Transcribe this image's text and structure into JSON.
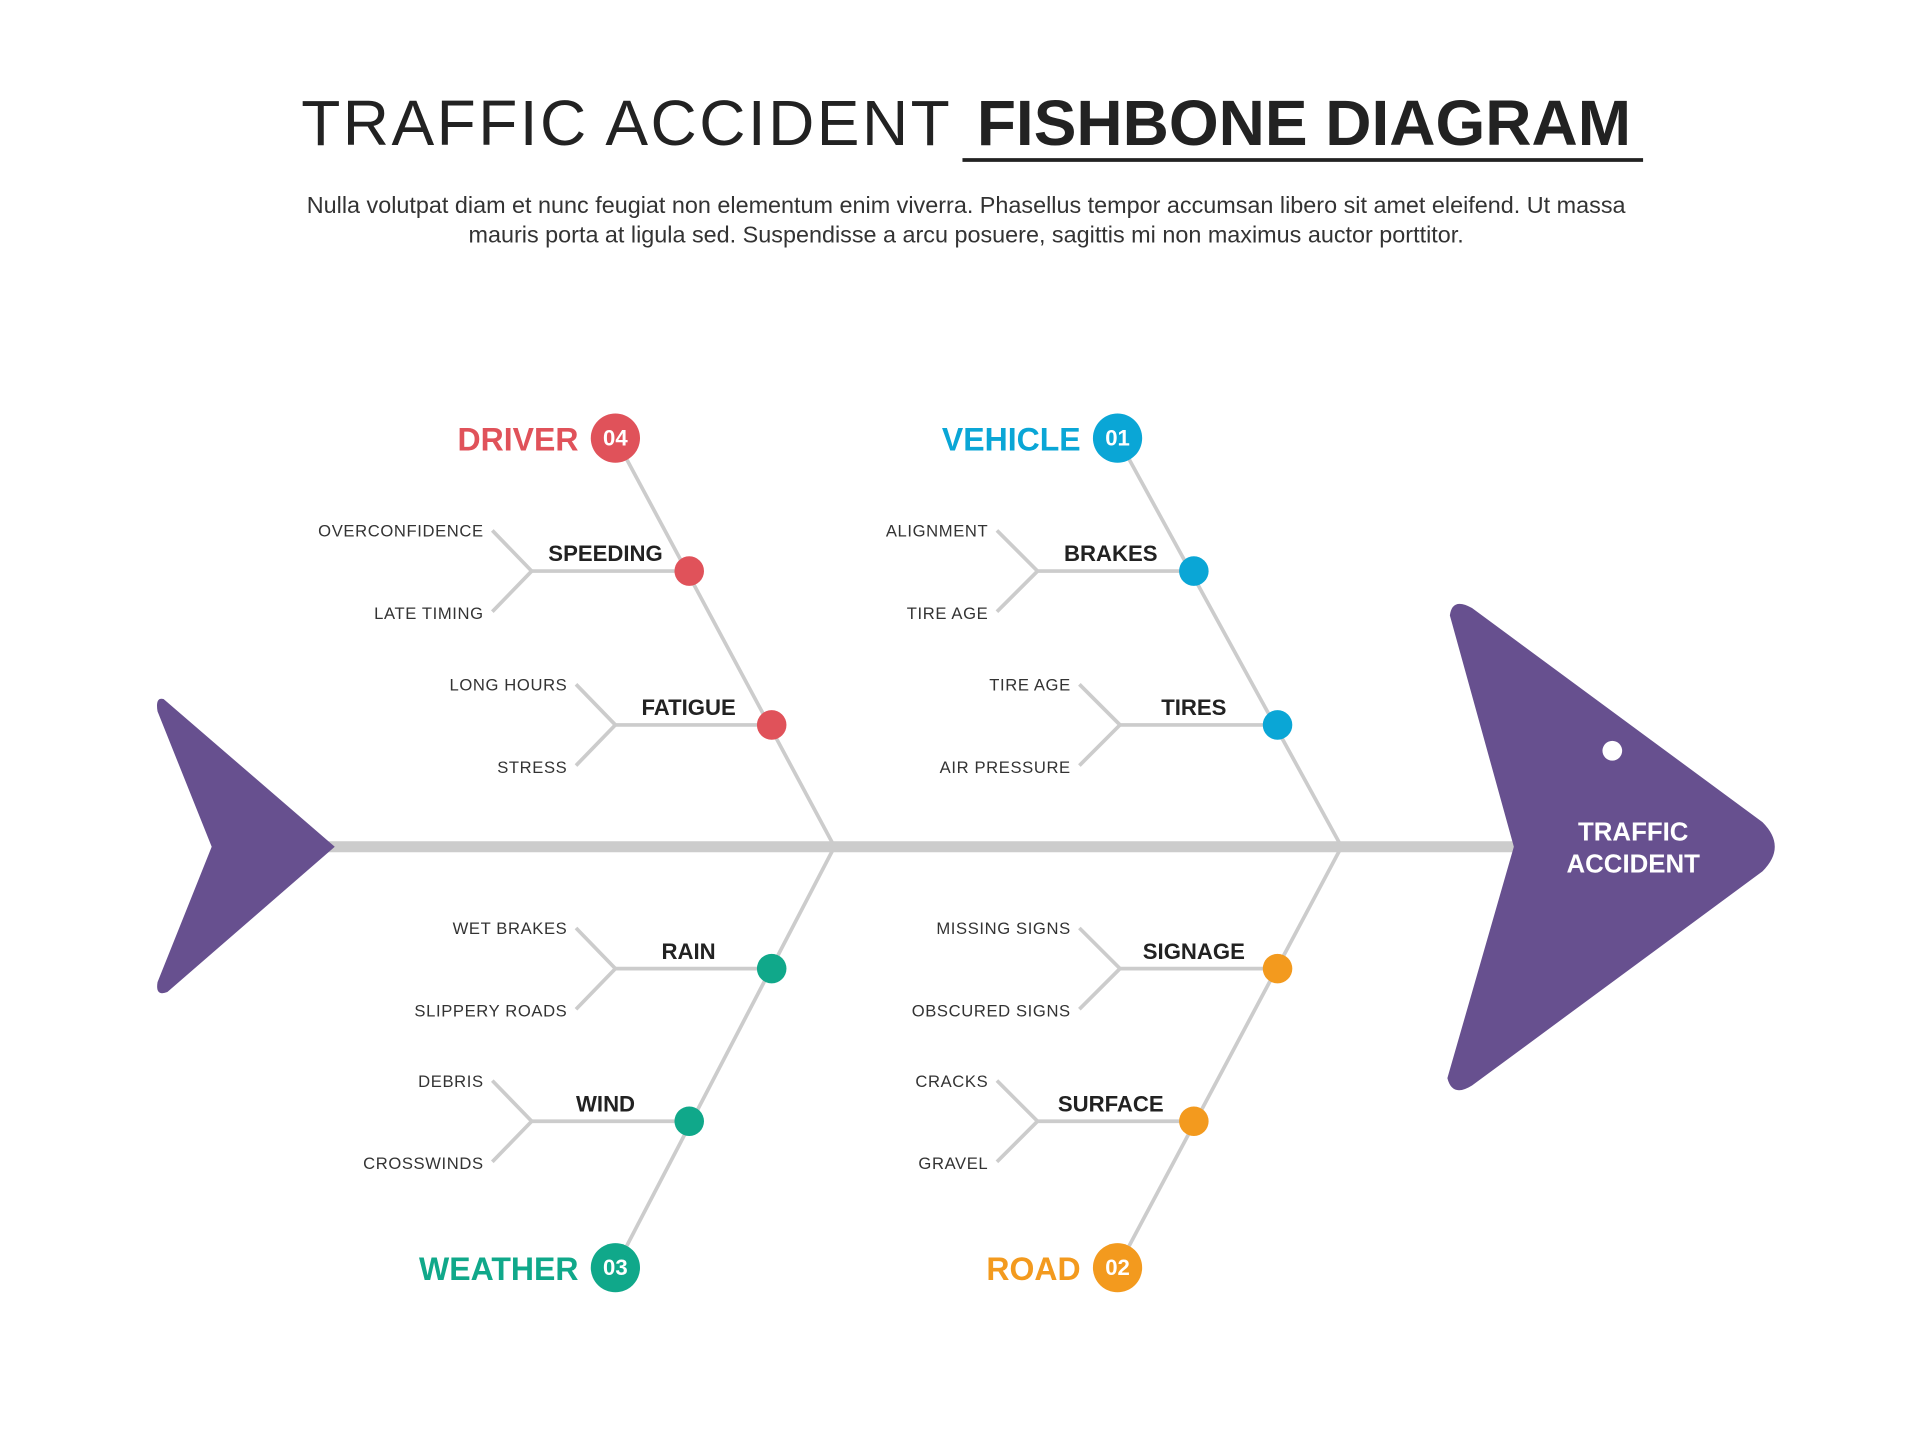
{
  "title": {
    "light": "TRAFFIC ACCIDENT",
    "bold": "FISHBONE DIAGRAM"
  },
  "subtitle": [
    "Nulla volutpat diam et nunc feugiat non elementum enim viverra. Phasellus tempor accumsan libero sit amet eleifend. Ut massa",
    "mauris porta at ligula sed. Suspendisse a arcu posuere, sagittis mi non maximus auctor porttitor."
  ],
  "effect": {
    "line1": "TRAFFIC",
    "line2": "ACCIDENT"
  },
  "colors": {
    "driver": "#e0525a",
    "vehicle": "#0aa6d6",
    "weather": "#10a88a",
    "road": "#f39a1e",
    "fish": "#67508f",
    "bone": "#cccccc"
  },
  "categories": {
    "driver": {
      "label": "DRIVER",
      "number": "04",
      "branches": [
        {
          "label": "SPEEDING",
          "causes": [
            "OVERCONFIDENCE",
            "LATE TIMING"
          ]
        },
        {
          "label": "FATIGUE",
          "causes": [
            "LONG HOURS",
            "STRESS"
          ]
        }
      ]
    },
    "vehicle": {
      "label": "VEHICLE",
      "number": "01",
      "branches": [
        {
          "label": "BRAKES",
          "causes": [
            "ALIGNMENT",
            "TIRE AGE"
          ]
        },
        {
          "label": "TIRES",
          "causes": [
            "TIRE AGE",
            "AIR PRESSURE"
          ]
        }
      ]
    },
    "weather": {
      "label": "WEATHER",
      "number": "03",
      "branches": [
        {
          "label": "RAIN",
          "causes": [
            "WET BRAKES",
            "SLIPPERY ROADS"
          ]
        },
        {
          "label": "WIND",
          "causes": [
            "DEBRIS",
            "CROSSWINDS"
          ]
        }
      ]
    },
    "road": {
      "label": "ROAD",
      "number": "02",
      "branches": [
        {
          "label": "SIGNAGE",
          "causes": [
            "MISSING SIGNS",
            "OBSCURED SIGNS"
          ]
        },
        {
          "label": "SURFACE",
          "causes": [
            "CRACKS",
            "GRAVEL"
          ]
        }
      ]
    }
  }
}
